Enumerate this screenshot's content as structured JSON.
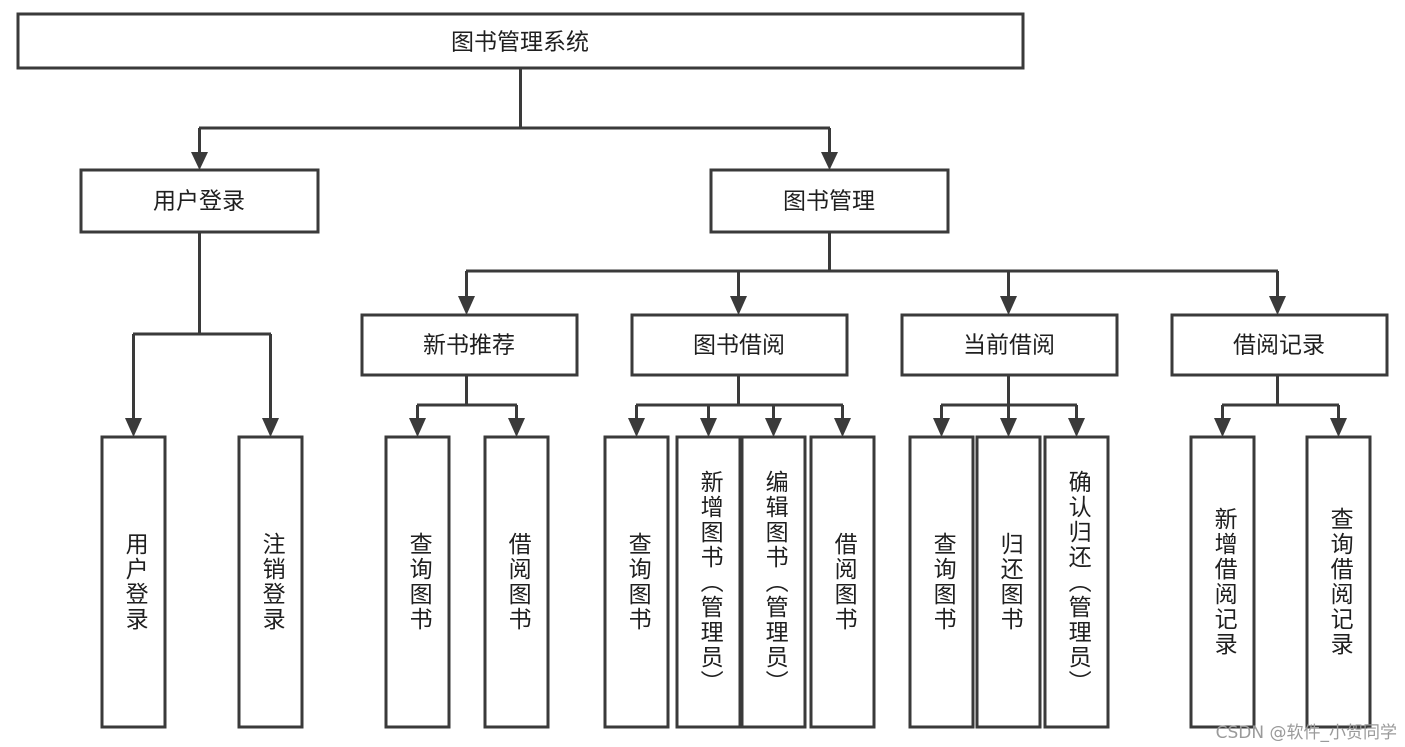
{
  "diagram": {
    "title": "图书管理系统",
    "watermark": "CSDN @软件_小贺同学",
    "accent_color": "#3a3a3a",
    "background_color": "#ffffff",
    "text_color": "#1f1f1f",
    "nodes": {
      "root": "图书管理系统",
      "level2": [
        "用户登录",
        "图书管理"
      ],
      "level3": [
        "新书推荐",
        "图书借阅",
        "当前借阅",
        "借阅记录"
      ],
      "leaves_user_login": [
        "用户登录",
        "注销登录"
      ],
      "leaves_new_book": [
        "查询图书",
        "借阅图书"
      ],
      "leaves_borrow": [
        "查询图书",
        "新增图书（管理员）",
        "编辑图书（管理员）",
        "借阅图书"
      ],
      "leaves_current": [
        "查询图书",
        "归还图书",
        "确认归还（管理员）"
      ],
      "leaves_records": [
        "新增借阅记录",
        "查询借阅记录"
      ]
    }
  },
  "chart_data": {
    "type": "tree",
    "title": "图书管理系统",
    "orientation": "top-down",
    "levels": 4,
    "tree": {
      "label": "图书管理系统",
      "children": [
        {
          "label": "用户登录",
          "children": [
            {
              "label": "用户登录",
              "children": []
            },
            {
              "label": "注销登录",
              "children": []
            }
          ]
        },
        {
          "label": "图书管理",
          "children": [
            {
              "label": "新书推荐",
              "children": [
                {
                  "label": "查询图书",
                  "children": []
                },
                {
                  "label": "借阅图书",
                  "children": []
                }
              ]
            },
            {
              "label": "图书借阅",
              "children": [
                {
                  "label": "查询图书",
                  "children": []
                },
                {
                  "label": "新增图书（管理员）",
                  "children": []
                },
                {
                  "label": "编辑图书（管理员）",
                  "children": []
                },
                {
                  "label": "借阅图书",
                  "children": []
                }
              ]
            },
            {
              "label": "当前借阅",
              "children": [
                {
                  "label": "查询图书",
                  "children": []
                },
                {
                  "label": "归还图书",
                  "children": []
                },
                {
                  "label": "确认归还（管理员）",
                  "children": []
                }
              ]
            },
            {
              "label": "借阅记录",
              "children": [
                {
                  "label": "新增借阅记录",
                  "children": []
                },
                {
                  "label": "查询借阅记录",
                  "children": []
                }
              ]
            }
          ]
        }
      ]
    }
  }
}
